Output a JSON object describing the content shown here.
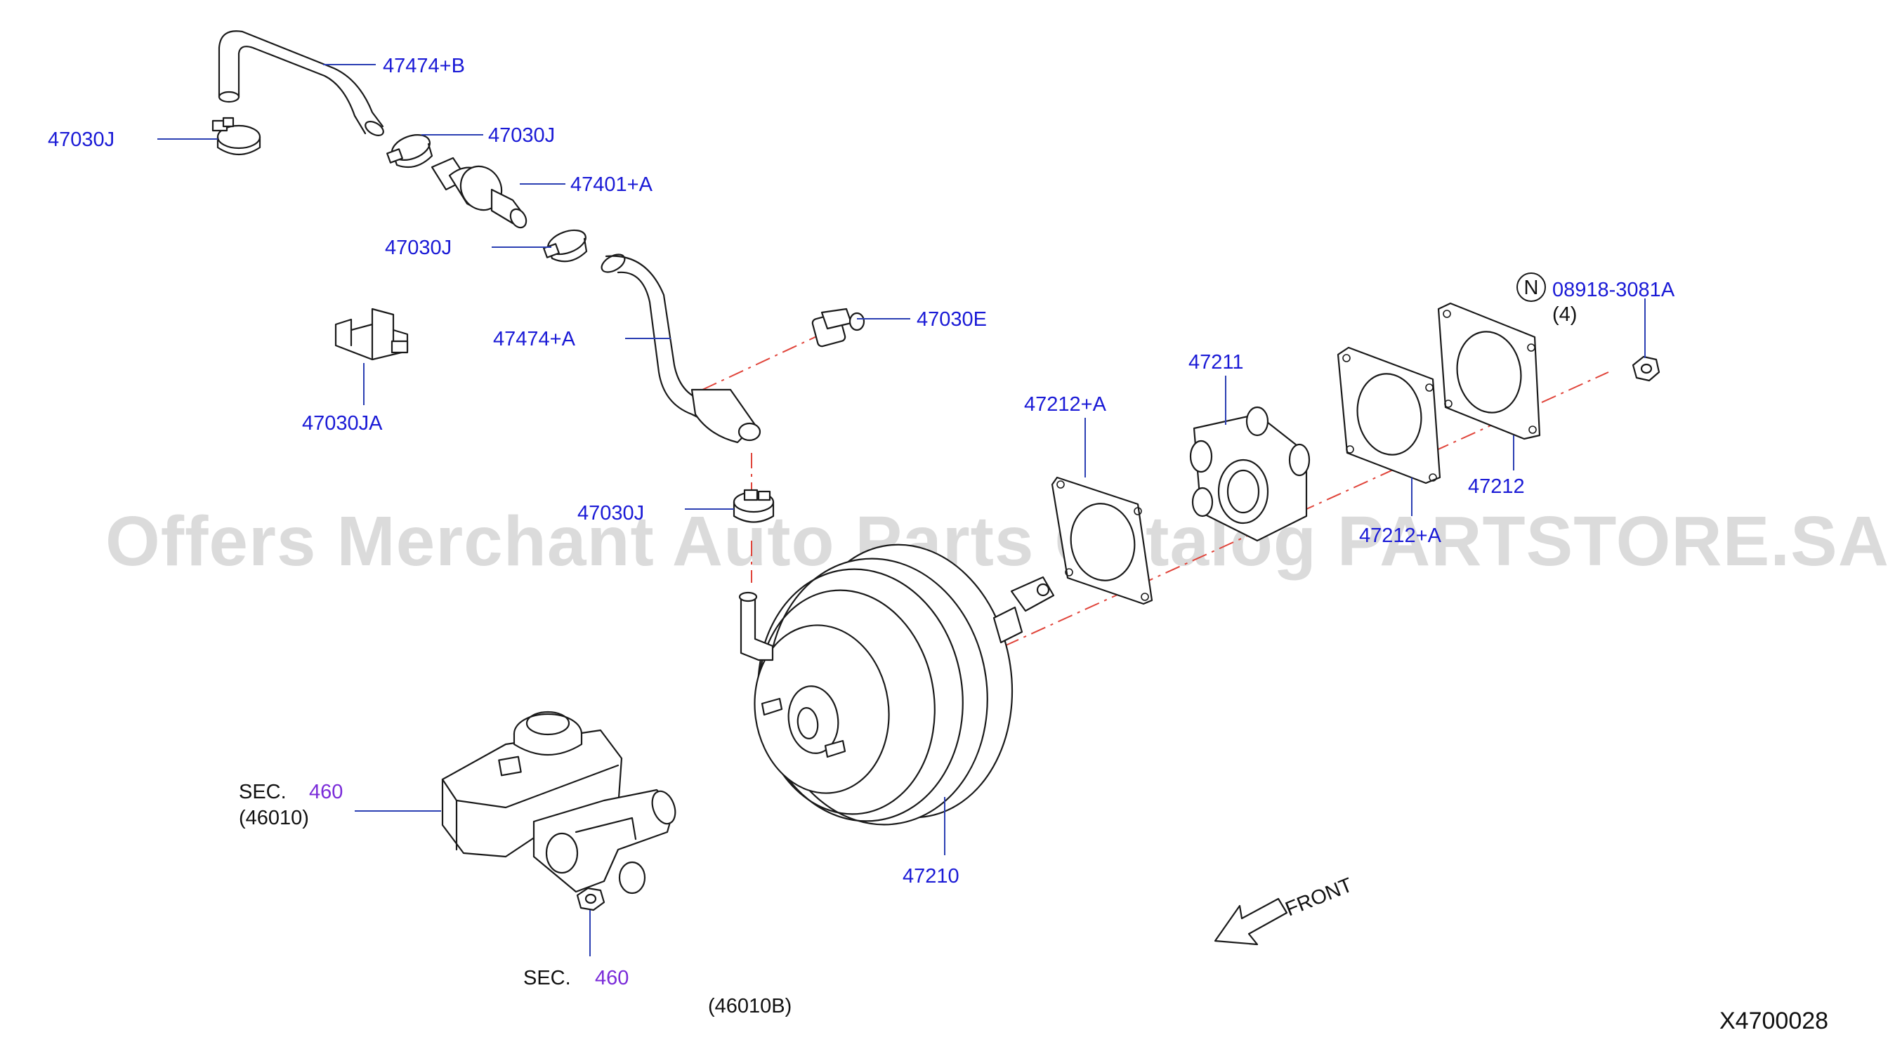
{
  "watermark": "Offers Merchant Auto Parts Catalog PARTSTORE.SA",
  "diagram_code": "X4700028",
  "front_label": "FRONT",
  "note_symbol": "N",
  "callouts": {
    "hose_b": "47474+B",
    "clamp_left": "47030J",
    "clamp_top": "47030J",
    "check_valve": "47401+A",
    "clamp_mid": "47030J",
    "hose_a": "47474+A",
    "clip_e": "47030E",
    "clip_ja": "47030JA",
    "clamp_low": "47030J",
    "booster": "47210",
    "gasket_a": "47212+A",
    "spacer": "47211",
    "gasket_mid": "47212+A",
    "gasket": "47212",
    "nut": "08918-3081A",
    "nut_qty": "(4)"
  },
  "section_refs": {
    "master_prefix": "SEC.",
    "master_number": "460",
    "master_code": "(46010)",
    "bolt_prefix": "SEC.",
    "bolt_number": "460",
    "bolt_code": "(46010B)"
  },
  "colors": {
    "label": "#1a1ad6",
    "section": "#7a2bd9",
    "leader": "#2b3fb3",
    "center_line": "#e0443a"
  }
}
